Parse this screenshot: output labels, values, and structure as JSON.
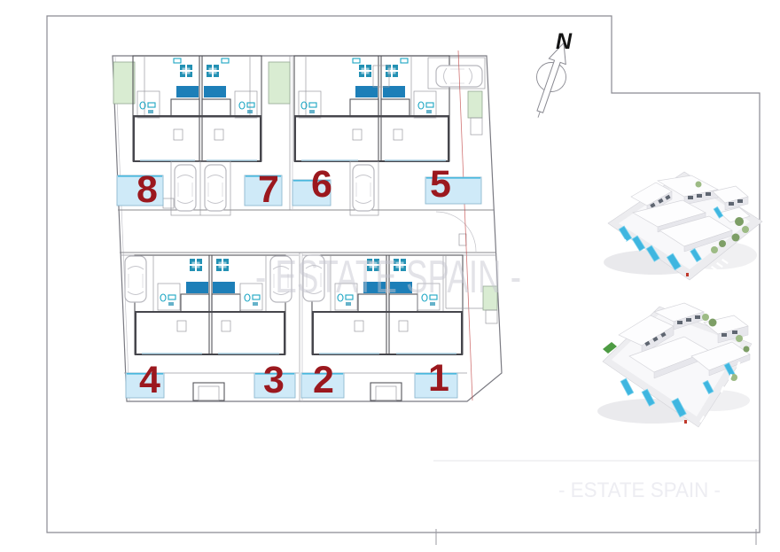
{
  "plan": {
    "units": [
      {
        "number": "8"
      },
      {
        "number": "7"
      },
      {
        "number": "6"
      },
      {
        "number": "5"
      },
      {
        "number": "4"
      },
      {
        "number": "3"
      },
      {
        "number": "2"
      },
      {
        "number": "1"
      }
    ],
    "compass_label": "N"
  },
  "watermark": {
    "text": "- ESTATE SPAIN -",
    "faint_text": "- ESTATE SPAIN -"
  },
  "colors": {
    "pool_fill": "#cfeaf8",
    "pool_edge": "#49b8dd",
    "unit_number_red": "#9b181e",
    "planter_blue": "#1d7fb8",
    "fixture_teal": "#1ba6c4",
    "garden_green": "#d9ecd2",
    "render_pool_blue": "#3fb6e0",
    "frame_gray": "#8a8a92",
    "watermark_gray": "#c6c6d0",
    "section_line_red": "#c24646"
  }
}
